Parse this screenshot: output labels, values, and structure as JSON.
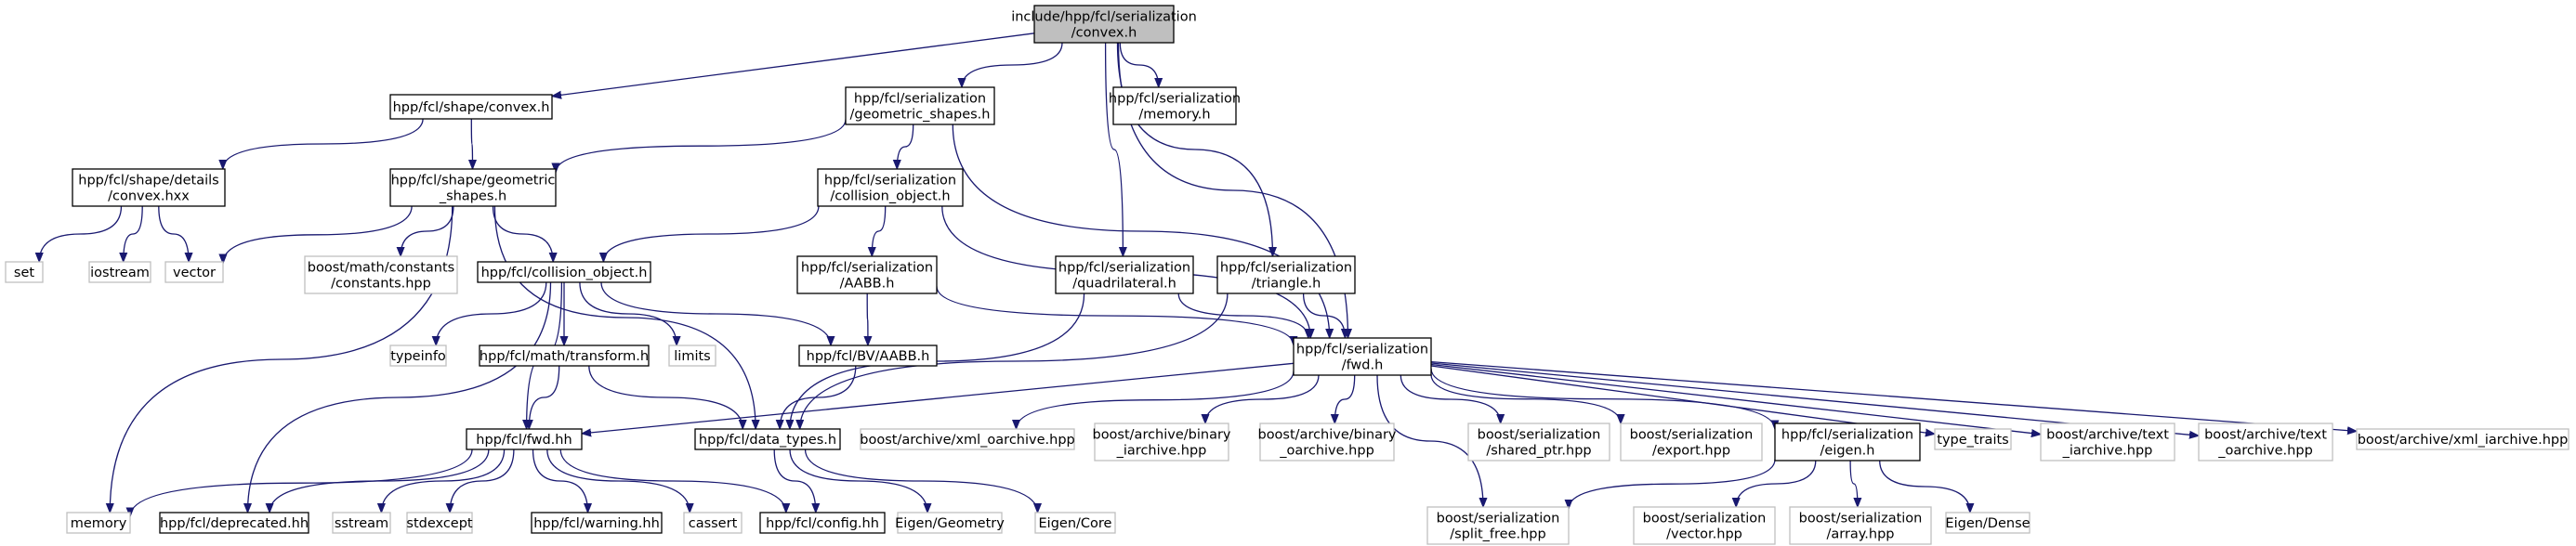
{
  "diagram": {
    "colors": {
      "edge": "#191970",
      "node_border": "#000000",
      "external_border": "#bfbfbf",
      "root_fill": "#bfbfbf",
      "node_fill": "#ffffff"
    },
    "nodes": [
      {
        "id": "root",
        "kind": "root",
        "lines": [
          "include/hpp/fcl/serialization",
          "/convex.h"
        ]
      },
      {
        "id": "shape_convex",
        "kind": "header",
        "lines": [
          "hpp/fcl/shape/convex.h"
        ]
      },
      {
        "id": "ser_geometric_shapes",
        "kind": "header",
        "lines": [
          "hpp/fcl/serialization",
          "/geometric_shapes.h"
        ]
      },
      {
        "id": "ser_memory",
        "kind": "header",
        "lines": [
          "hpp/fcl/serialization",
          "/memory.h"
        ]
      },
      {
        "id": "shape_details_convex",
        "kind": "header",
        "lines": [
          "hpp/fcl/shape/details",
          "/convex.hxx"
        ]
      },
      {
        "id": "shape_geometric_shapes",
        "kind": "header",
        "lines": [
          "hpp/fcl/shape/geometric",
          "_shapes.h"
        ]
      },
      {
        "id": "ser_collision_object",
        "kind": "header",
        "lines": [
          "hpp/fcl/serialization",
          "/collision_object.h"
        ]
      },
      {
        "id": "ser_quadrilateral",
        "kind": "header",
        "lines": [
          "hpp/fcl/serialization",
          "/quadrilateral.h"
        ]
      },
      {
        "id": "ser_triangle",
        "kind": "header",
        "lines": [
          "hpp/fcl/serialization",
          "/triangle.h"
        ]
      },
      {
        "id": "set",
        "kind": "external",
        "lines": [
          "set"
        ]
      },
      {
        "id": "iostream",
        "kind": "external",
        "lines": [
          "iostream"
        ]
      },
      {
        "id": "vector",
        "kind": "external",
        "lines": [
          "vector"
        ]
      },
      {
        "id": "boost_math_constants",
        "kind": "external",
        "lines": [
          "boost/math/constants",
          "/constants.hpp"
        ]
      },
      {
        "id": "collision_object",
        "kind": "header",
        "lines": [
          "hpp/fcl/collision_object.h"
        ]
      },
      {
        "id": "ser_aabb",
        "kind": "header",
        "lines": [
          "hpp/fcl/serialization",
          "/AABB.h"
        ]
      },
      {
        "id": "ser_fwd",
        "kind": "header",
        "lines": [
          "hpp/fcl/serialization",
          "/fwd.h"
        ]
      },
      {
        "id": "typeinfo",
        "kind": "external",
        "lines": [
          "typeinfo"
        ]
      },
      {
        "id": "math_transform",
        "kind": "header",
        "lines": [
          "hpp/fcl/math/transform.h"
        ]
      },
      {
        "id": "limits",
        "kind": "external",
        "lines": [
          "limits"
        ]
      },
      {
        "id": "bv_aabb",
        "kind": "header",
        "lines": [
          "hpp/fcl/BV/AABB.h"
        ]
      },
      {
        "id": "fcl_fwd",
        "kind": "header",
        "lines": [
          "hpp/fcl/fwd.hh"
        ]
      },
      {
        "id": "data_types",
        "kind": "header",
        "lines": [
          "hpp/fcl/data_types.h"
        ]
      },
      {
        "id": "boost_xml_oarchive",
        "kind": "external",
        "lines": [
          "boost/archive/xml_oarchive.hpp"
        ]
      },
      {
        "id": "boost_binary_iarchive",
        "kind": "external",
        "lines": [
          "boost/archive/binary",
          "_iarchive.hpp"
        ]
      },
      {
        "id": "boost_binary_oarchive",
        "kind": "external",
        "lines": [
          "boost/archive/binary",
          "_oarchive.hpp"
        ]
      },
      {
        "id": "boost_shared_ptr",
        "kind": "external",
        "lines": [
          "boost/serialization",
          "/shared_ptr.hpp"
        ]
      },
      {
        "id": "boost_export",
        "kind": "external",
        "lines": [
          "boost/serialization",
          "/export.hpp"
        ]
      },
      {
        "id": "ser_eigen",
        "kind": "header",
        "lines": [
          "hpp/fcl/serialization",
          "/eigen.h"
        ]
      },
      {
        "id": "type_traits",
        "kind": "external",
        "lines": [
          "type_traits"
        ]
      },
      {
        "id": "boost_text_iarchive",
        "kind": "external",
        "lines": [
          "boost/archive/text",
          "_iarchive.hpp"
        ]
      },
      {
        "id": "boost_text_oarchive",
        "kind": "external",
        "lines": [
          "boost/archive/text",
          "_oarchive.hpp"
        ]
      },
      {
        "id": "boost_xml_iarchive",
        "kind": "external",
        "lines": [
          "boost/archive/xml_iarchive.hpp"
        ]
      },
      {
        "id": "memory",
        "kind": "external",
        "lines": [
          "memory"
        ]
      },
      {
        "id": "deprecated",
        "kind": "header",
        "lines": [
          "hpp/fcl/deprecated.hh"
        ]
      },
      {
        "id": "sstream",
        "kind": "external",
        "lines": [
          "sstream"
        ]
      },
      {
        "id": "stdexcept",
        "kind": "external",
        "lines": [
          "stdexcept"
        ]
      },
      {
        "id": "warning",
        "kind": "header",
        "lines": [
          "hpp/fcl/warning.hh"
        ]
      },
      {
        "id": "cassert",
        "kind": "external",
        "lines": [
          "cassert"
        ]
      },
      {
        "id": "config",
        "kind": "header",
        "lines": [
          "hpp/fcl/config.hh"
        ]
      },
      {
        "id": "eigen_geometry",
        "kind": "external",
        "lines": [
          "Eigen/Geometry"
        ]
      },
      {
        "id": "eigen_core",
        "kind": "external",
        "lines": [
          "Eigen/Core"
        ]
      },
      {
        "id": "boost_split_free",
        "kind": "external",
        "lines": [
          "boost/serialization",
          "/split_free.hpp"
        ]
      },
      {
        "id": "boost_ser_vector",
        "kind": "external",
        "lines": [
          "boost/serialization",
          "/vector.hpp"
        ]
      },
      {
        "id": "boost_ser_array",
        "kind": "external",
        "lines": [
          "boost/serialization",
          "/array.hpp"
        ]
      },
      {
        "id": "eigen_dense",
        "kind": "external",
        "lines": [
          "Eigen/Dense"
        ]
      }
    ],
    "edges": [
      [
        "root",
        "shape_convex"
      ],
      [
        "root",
        "ser_geometric_shapes"
      ],
      [
        "root",
        "ser_memory"
      ],
      [
        "root",
        "ser_quadrilateral"
      ],
      [
        "root",
        "ser_triangle"
      ],
      [
        "root",
        "ser_fwd"
      ],
      [
        "shape_convex",
        "shape_details_convex"
      ],
      [
        "shape_convex",
        "shape_geometric_shapes"
      ],
      [
        "ser_geometric_shapes",
        "shape_geometric_shapes"
      ],
      [
        "ser_geometric_shapes",
        "ser_collision_object"
      ],
      [
        "ser_geometric_shapes",
        "ser_fwd"
      ],
      [
        "shape_details_convex",
        "set"
      ],
      [
        "shape_details_convex",
        "iostream"
      ],
      [
        "shape_details_convex",
        "vector"
      ],
      [
        "shape_geometric_shapes",
        "vector"
      ],
      [
        "shape_geometric_shapes",
        "boost_math_constants"
      ],
      [
        "shape_geometric_shapes",
        "collision_object"
      ],
      [
        "shape_geometric_shapes",
        "memory"
      ],
      [
        "shape_geometric_shapes",
        "data_types"
      ],
      [
        "ser_collision_object",
        "collision_object"
      ],
      [
        "ser_collision_object",
        "ser_aabb"
      ],
      [
        "ser_collision_object",
        "ser_fwd"
      ],
      [
        "collision_object",
        "typeinfo"
      ],
      [
        "collision_object",
        "math_transform"
      ],
      [
        "collision_object",
        "limits"
      ],
      [
        "collision_object",
        "bv_aabb"
      ],
      [
        "collision_object",
        "fcl_fwd"
      ],
      [
        "collision_object",
        "deprecated"
      ],
      [
        "ser_aabb",
        "bv_aabb"
      ],
      [
        "ser_aabb",
        "ser_fwd"
      ],
      [
        "ser_quadrilateral",
        "data_types"
      ],
      [
        "ser_quadrilateral",
        "ser_fwd"
      ],
      [
        "ser_triangle",
        "data_types"
      ],
      [
        "ser_triangle",
        "ser_fwd"
      ],
      [
        "math_transform",
        "fcl_fwd"
      ],
      [
        "math_transform",
        "data_types"
      ],
      [
        "bv_aabb",
        "data_types"
      ],
      [
        "ser_fwd",
        "fcl_fwd"
      ],
      [
        "ser_fwd",
        "boost_xml_oarchive"
      ],
      [
        "ser_fwd",
        "boost_binary_iarchive"
      ],
      [
        "ser_fwd",
        "boost_binary_oarchive"
      ],
      [
        "ser_fwd",
        "boost_shared_ptr"
      ],
      [
        "ser_fwd",
        "boost_export"
      ],
      [
        "ser_fwd",
        "ser_eigen"
      ],
      [
        "ser_fwd",
        "type_traits"
      ],
      [
        "ser_fwd",
        "boost_text_iarchive"
      ],
      [
        "ser_fwd",
        "boost_text_oarchive"
      ],
      [
        "ser_fwd",
        "boost_xml_iarchive"
      ],
      [
        "ser_fwd",
        "boost_split_free"
      ],
      [
        "fcl_fwd",
        "memory"
      ],
      [
        "fcl_fwd",
        "deprecated"
      ],
      [
        "fcl_fwd",
        "sstream"
      ],
      [
        "fcl_fwd",
        "stdexcept"
      ],
      [
        "fcl_fwd",
        "warning"
      ],
      [
        "fcl_fwd",
        "cassert"
      ],
      [
        "fcl_fwd",
        "config"
      ],
      [
        "data_types",
        "config"
      ],
      [
        "data_types",
        "eigen_geometry"
      ],
      [
        "data_types",
        "eigen_core"
      ],
      [
        "ser_eigen",
        "boost_split_free"
      ],
      [
        "ser_eigen",
        "boost_ser_vector"
      ],
      [
        "ser_eigen",
        "boost_ser_array"
      ],
      [
        "ser_eigen",
        "eigen_dense"
      ]
    ]
  }
}
